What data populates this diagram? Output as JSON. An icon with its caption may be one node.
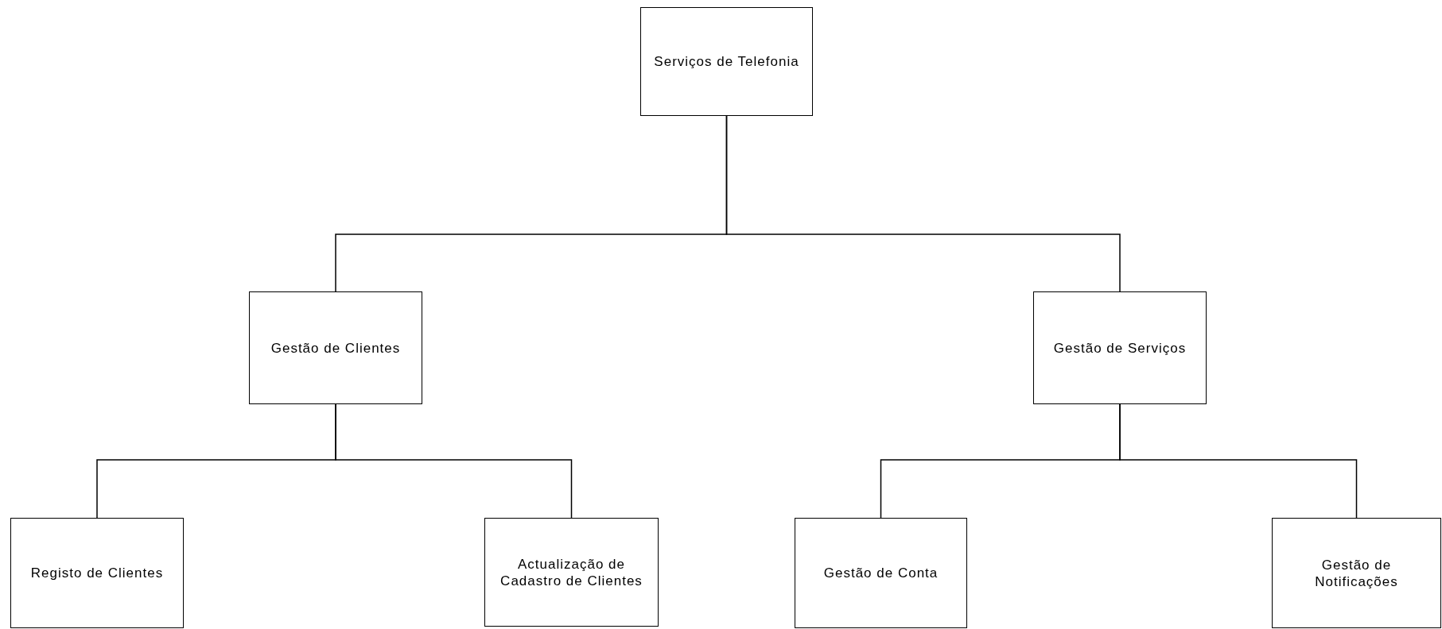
{
  "diagram": {
    "nodes": [
      {
        "text": [
          "Serviços de Telefonia"
        ]
      },
      {
        "text": [
          "Gestão de Clientes"
        ]
      },
      {
        "text": [
          "Gestão de Serviços"
        ]
      },
      {
        "text": [
          "Registo de Clientes"
        ]
      },
      {
        "text": [
          "Actualização de Cadastro de Clientes"
        ]
      },
      {
        "text": [
          "Gestão de Conta"
        ]
      },
      {
        "text": [
          "Gestão de Notificações"
        ]
      }
    ],
    "edges": [
      {
        "from": 0,
        "to": 1,
        "arrow": "none"
      },
      {
        "from": 0,
        "to": 2,
        "arrow": "none"
      },
      {
        "from": 1,
        "to": 3,
        "arrow": "none"
      },
      {
        "from": 1,
        "to": 4,
        "arrow": "none"
      },
      {
        "from": 2,
        "to": 5,
        "arrow": "none"
      },
      {
        "from": 2,
        "to": 6,
        "arrow": "none"
      }
    ]
  }
}
